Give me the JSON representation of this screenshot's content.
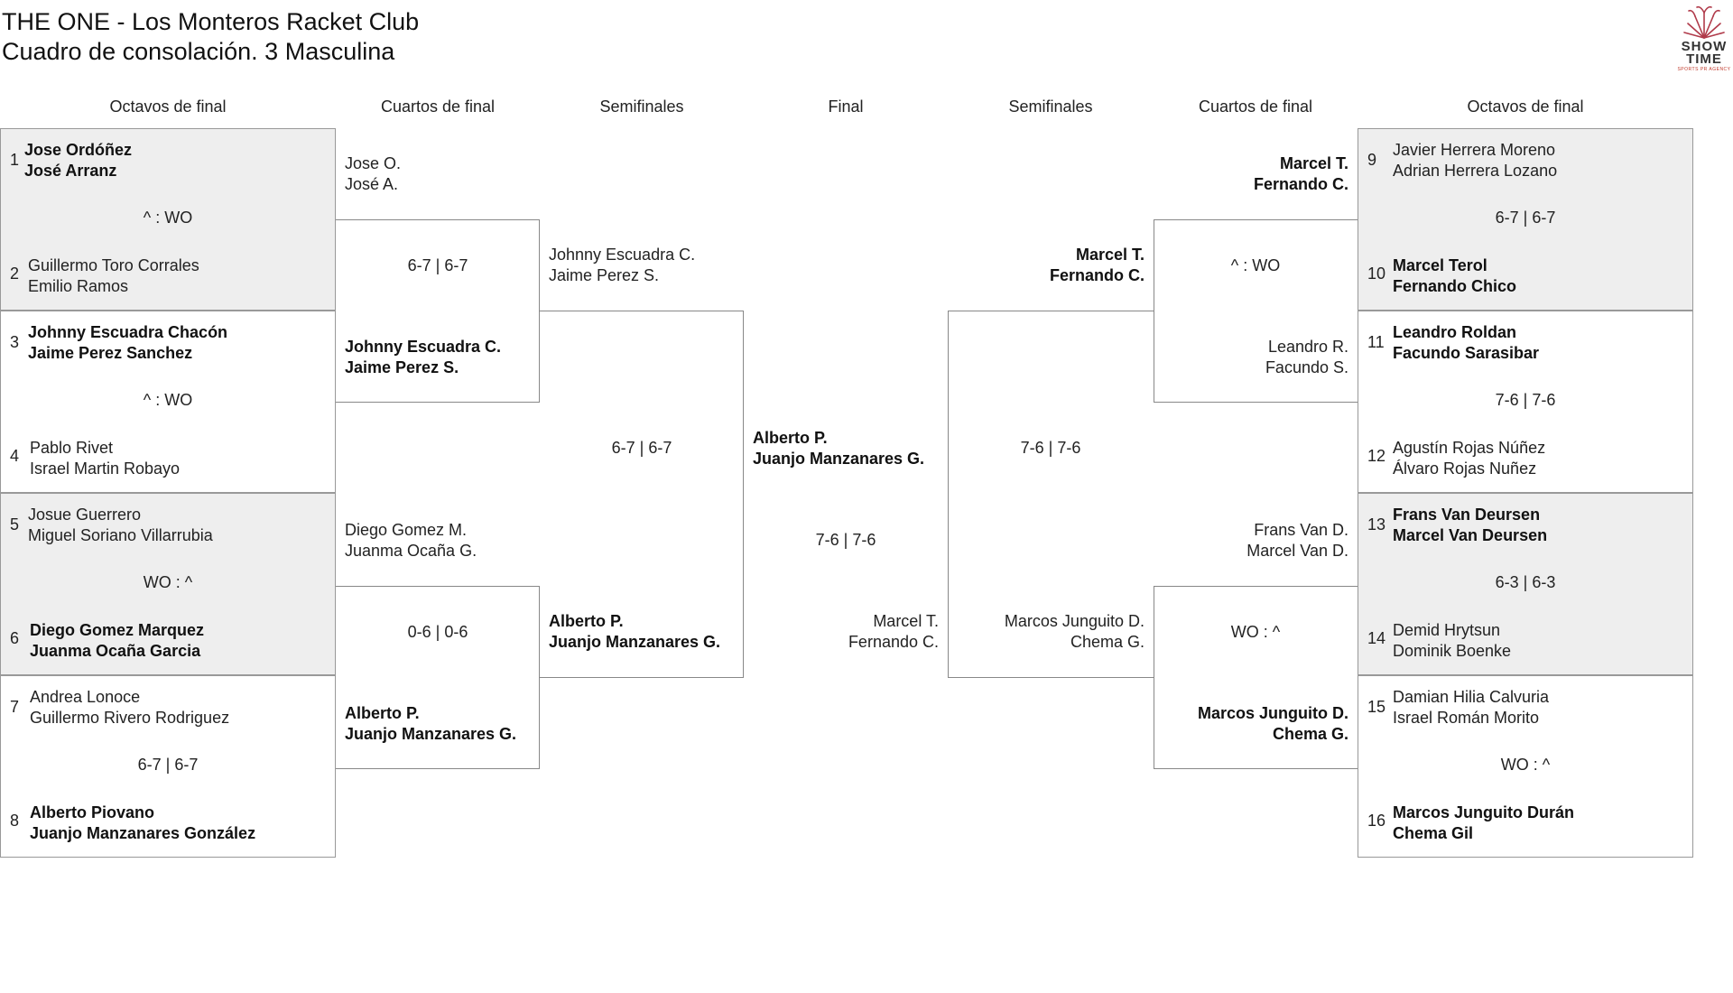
{
  "header": {
    "title": "THE ONE - Los Monteros Racket Club",
    "subtitle": "Cuadro de consolación. 3 Masculina"
  },
  "logo": {
    "line1": "SHOW",
    "line2": "TIME",
    "tagline": "SPORTS PR AGENCY",
    "accent": "#c0392b"
  },
  "rounds": {
    "left_r16": "Octavos de final",
    "left_qf": "Cuartos de final",
    "left_sf": "Semifinales",
    "final": "Final",
    "right_sf": "Semifinales",
    "right_qf": "Cuartos de final",
    "right_r16": "Octavos de final"
  },
  "r16_left": [
    {
      "seed_a": "1",
      "a1": "Jose Ordóñez",
      "a2": "José Arranz",
      "score": "^ : WO",
      "seed_b": "2",
      "b1": "Guillermo Toro Corrales",
      "b2": "Emilio Ramos",
      "winner": "a"
    },
    {
      "seed_a": "3",
      "a1": "Johnny Escuadra Chacón",
      "a2": "Jaime Perez Sanchez",
      "score": "^ : WO",
      "seed_b": "4",
      "b1": "Pablo Rivet",
      "b2": "Israel Martin Robayo",
      "winner": "a"
    },
    {
      "seed_a": "5",
      "a1": "Josue Guerrero",
      "a2": "Miguel Soriano Villarrubia",
      "score": "WO : ^",
      "seed_b": "6",
      "b1": "Diego Gomez Marquez",
      "b2": "Juanma Ocaña Garcia",
      "winner": "b"
    },
    {
      "seed_a": "7",
      "a1": "Andrea Lonoce",
      "a2": "Guillermo Rivero Rodriguez",
      "score": "6-7 | 6-7",
      "seed_b": "8",
      "b1": "Alberto Piovano",
      "b2": "Juanjo Manzanares González",
      "winner": "b"
    }
  ],
  "r16_right": [
    {
      "seed_a": "9",
      "a1": "Javier Herrera Moreno",
      "a2": "Adrian Herrera Lozano",
      "score": "6-7 | 6-7",
      "seed_b": "10",
      "b1": "Marcel Terol",
      "b2": "Fernando Chico",
      "winner": "b"
    },
    {
      "seed_a": "11",
      "a1": "Leandro Roldan",
      "a2": "Facundo Sarasibar",
      "score": "7-6 | 7-6",
      "seed_b": "12",
      "b1": "Agustín Rojas Núñez",
      "b2": "Álvaro Rojas Nuñez",
      "winner": "a"
    },
    {
      "seed_a": "13",
      "a1": "Frans Van Deursen",
      "a2": "Marcel Van Deursen",
      "score": "6-3 | 6-3",
      "seed_b": "14",
      "b1": "Demid Hrytsun",
      "b2": "Dominik Boenke",
      "winner": "a"
    },
    {
      "seed_a": "15",
      "a1": "Damian Hilia Calvuria",
      "a2": "Israel Román Morito",
      "score": "WO : ^",
      "seed_b": "16",
      "b1": "Marcos Junguito Durán",
      "b2": "Chema Gil",
      "winner": "b"
    }
  ],
  "qf_left": [
    {
      "a1": "Jose O.",
      "a2": "José A.",
      "score": "6-7 | 6-7",
      "b1": "Johnny Escuadra C.",
      "b2": "Jaime Perez S.",
      "winner": "b"
    },
    {
      "a1": "Diego Gomez M.",
      "a2": "Juanma Ocaña G.",
      "score": "0-6 | 0-6",
      "b1": "Alberto P.",
      "b2": "Juanjo Manzanares G.",
      "winner": "b"
    }
  ],
  "qf_right": [
    {
      "a1": "Marcel T.",
      "a2": "Fernando C.",
      "score": "^ : WO",
      "b1": "Leandro R.",
      "b2": "Facundo S.",
      "winner": "a"
    },
    {
      "a1": "Frans Van D.",
      "a2": "Marcel Van D.",
      "score": "WO : ^",
      "b1": "Marcos Junguito D.",
      "b2": "Chema G.",
      "winner": "b"
    }
  ],
  "sf_left": {
    "a1": "Johnny Escuadra C.",
    "a2": "Jaime Perez S.",
    "score": "6-7 | 6-7",
    "b1": "Alberto P.",
    "b2": "Juanjo Manzanares G.",
    "winner": "b"
  },
  "sf_right": {
    "a1": "Marcel T.",
    "a2": "Fernando C.",
    "score": "7-6 | 7-6",
    "b1": "Marcos Junguito D.",
    "b2": "Chema G.",
    "winner": "a"
  },
  "final": {
    "a1": "Alberto P.",
    "a2": "Juanjo Manzanares G.",
    "score": "7-6 | 7-6",
    "b1": "Marcel T.",
    "b2": "Fernando C.",
    "winner": "a"
  }
}
